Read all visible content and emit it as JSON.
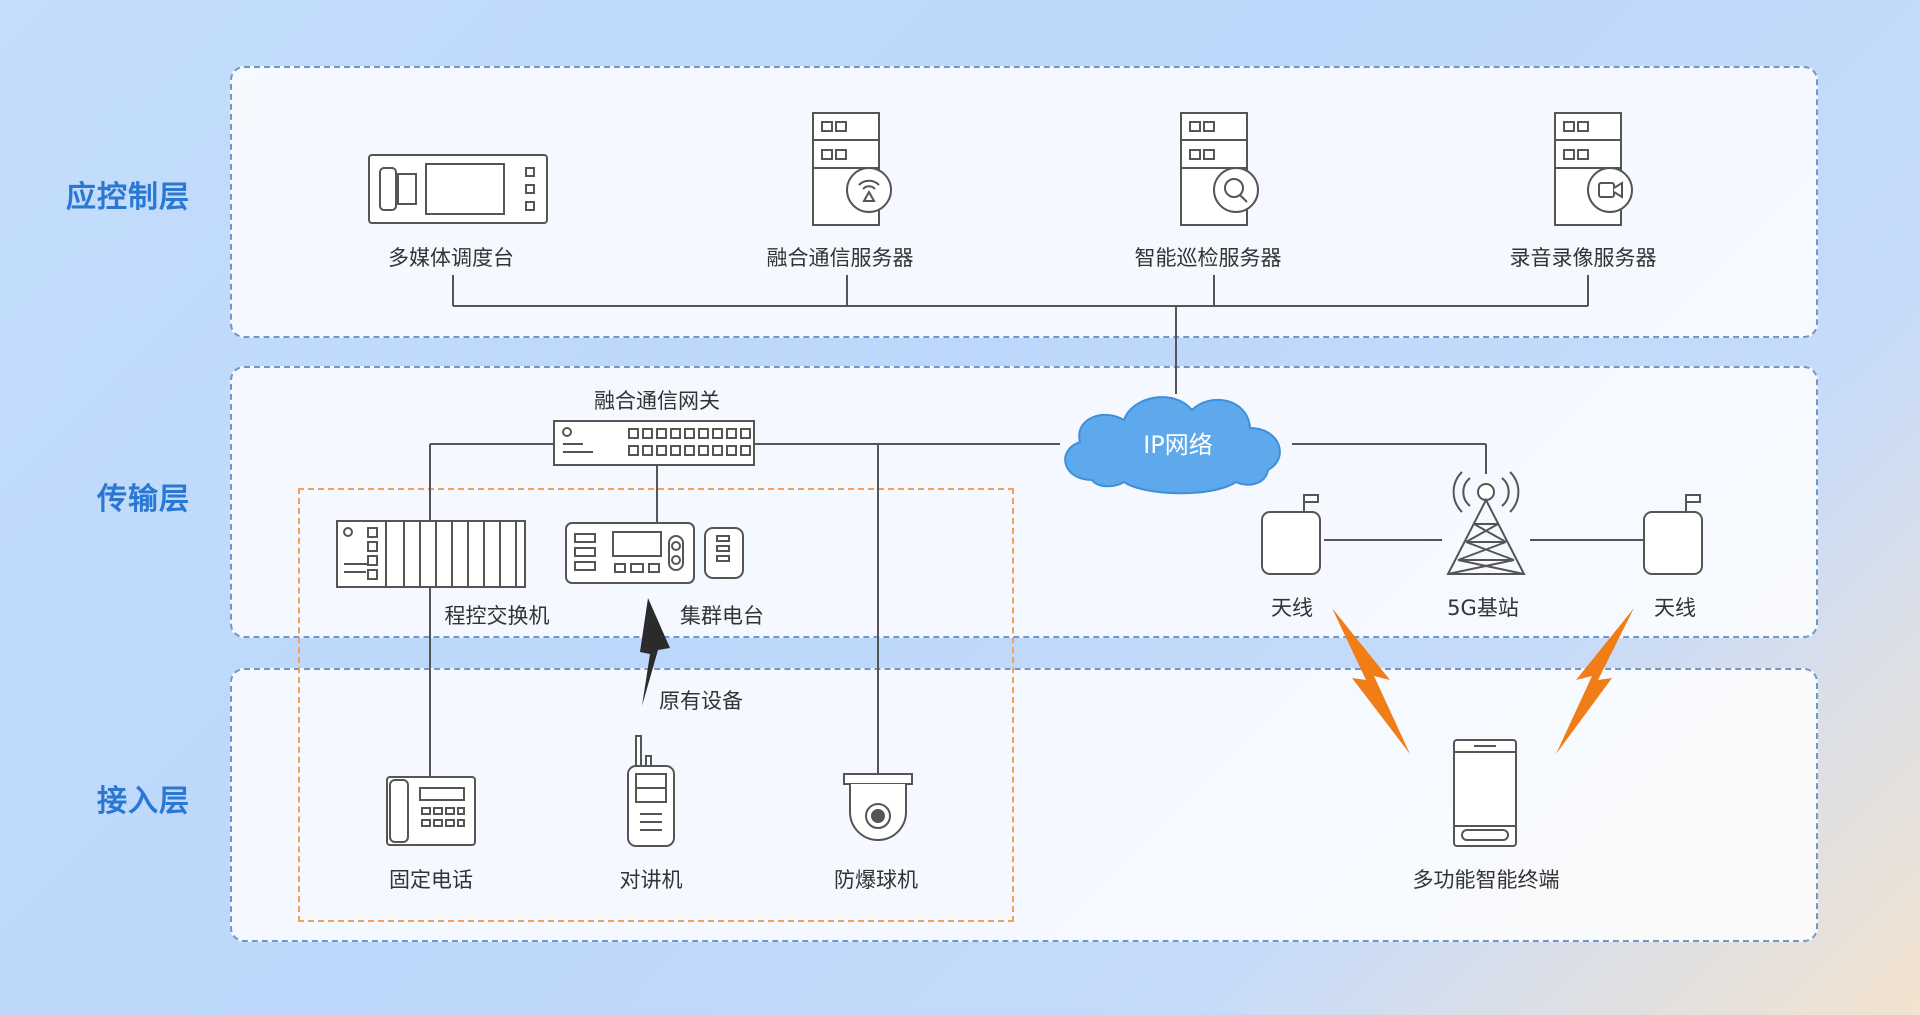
{
  "layers": {
    "control": "应控制层",
    "transport": "传输层",
    "access": "接入层"
  },
  "control_devices": {
    "console": "多媒体调度台",
    "fusion_server": "融合通信服务器",
    "inspection_server": "智能巡检服务器",
    "recording_server": "录音录像服务器"
  },
  "transport_devices": {
    "gateway": "融合通信网关",
    "network": "IP网络",
    "pbx": "程控交换机",
    "trunk_radio": "集群电台",
    "antenna_left": "天线",
    "base_station": "5G基站",
    "antenna_right": "天线"
  },
  "access_devices": {
    "legacy_group": "原有设备",
    "fixed_phone": "固定电话",
    "walkie_talkie": "对讲机",
    "dome_camera": "防爆球机",
    "smart_terminal": "多功能智能终端"
  },
  "colors": {
    "layer_label": "#2a78d2",
    "cloud": "#5ea9ec",
    "wireless_bolt": "#f07d16",
    "legacy_bolt": "#2b2b2b",
    "legacy_border": "#f0a25a",
    "layer_border": "#6f98c9"
  },
  "icons": [
    "console-icon",
    "server-icon",
    "wireless-icon",
    "search-icon",
    "video-icon",
    "gateway-icon",
    "cloud-icon",
    "pbx-icon",
    "radio-icon",
    "antenna-icon",
    "tower-icon",
    "phone-icon",
    "walkie-talkie-icon",
    "dome-camera-icon",
    "terminal-icon",
    "lightning-icon"
  ]
}
